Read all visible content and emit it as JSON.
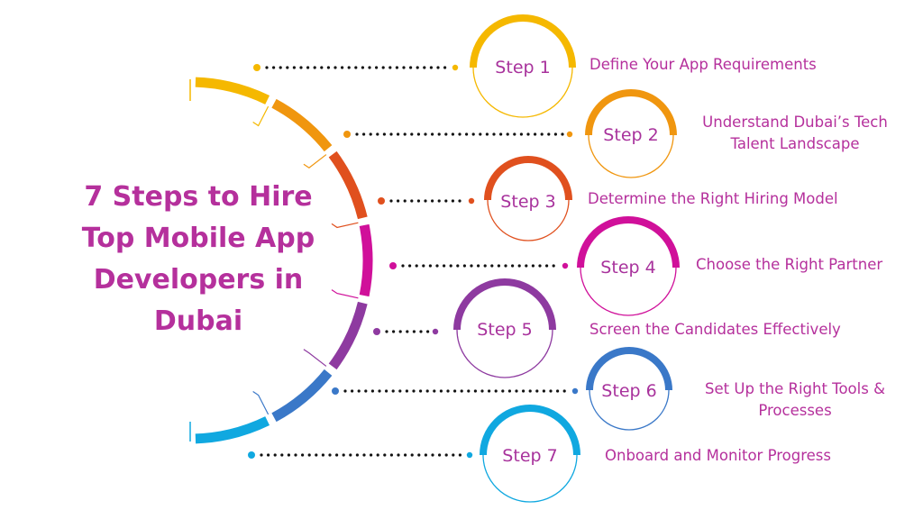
{
  "title_lines": [
    "7 Steps to Hire",
    "Top Mobile App",
    "Developers in",
    "Dubai"
  ],
  "steps": [
    {
      "label": "Step 1",
      "text": [
        "Define Your App Requirements"
      ],
      "color": "#f5b800"
    },
    {
      "label": "Step 2",
      "text": [
        "Understand Dubai’s Tech",
        "Talent Landscape"
      ],
      "color": "#f0960f"
    },
    {
      "label": "Step 3",
      "text": [
        "Determine the Right Hiring Model"
      ],
      "color": "#e0501e"
    },
    {
      "label": "Step 4",
      "text": [
        "Choose the Right Partner"
      ],
      "color": "#d0109a"
    },
    {
      "label": "Step 5",
      "text": [
        "Screen the Candidates Effectively"
      ],
      "color": "#8e3aa0"
    },
    {
      "label": "Step 6",
      "text": [
        "Set Up the Right Tools &",
        "Processes"
      ],
      "color": "#3a78c8"
    },
    {
      "label": "Step 7",
      "text": [
        "Onboard and Monitor Progress"
      ],
      "color": "#10a8e0"
    }
  ]
}
